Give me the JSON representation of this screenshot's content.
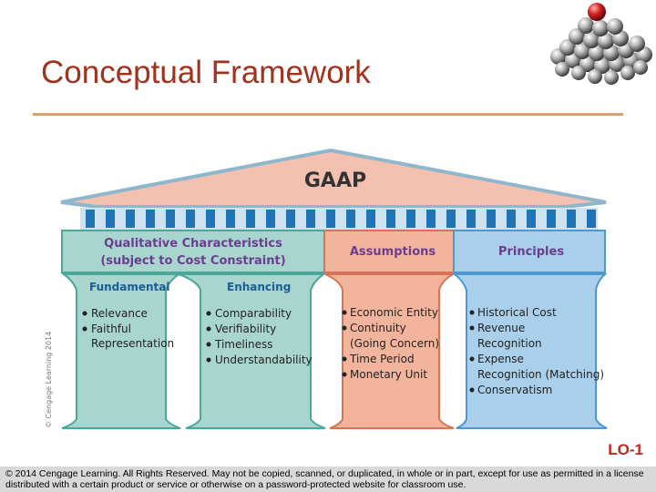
{
  "slide": {
    "title": "Conceptual Framework",
    "lo_label": "LO-1",
    "footer": "© 2014 Cengage Learning. All Rights Reserved. May not be copied, scanned, or duplicated, in whole or in part, except for use as permitted in a license distributed with a certain product or service or otherwise on a password-protected website for classroom use."
  },
  "diagram": {
    "roof_label": "GAAP",
    "copyright_vertical": "© Cengage Learning 2014",
    "qualitative": {
      "line1": "Qualitative Characteristics",
      "line2": "(subject to Cost Constraint)"
    },
    "assumptions_label": "Assumptions",
    "principles_label": "Principles",
    "fundamental": {
      "heading": "Fundamental",
      "items": [
        "Relevance",
        "Faithful",
        "Representation"
      ]
    },
    "enhancing": {
      "heading": "Enhancing",
      "items": [
        "Comparability",
        "Verifiability",
        "Timeliness",
        "Understandability"
      ]
    },
    "assumptions_items": [
      "Economic Entity",
      "Continuity",
      "(Going Concern)",
      "Time Period",
      "Monetary Unit"
    ],
    "principles_items": [
      "Historical Cost",
      "Revenue",
      "Recognition",
      "Expense",
      "Recognition (Matching)",
      "Conservatism"
    ]
  },
  "colors": {
    "title": "#a0331e",
    "rule": "#d8a06a",
    "teal_fill": "#a9d5cf",
    "teal_stroke": "#4aa79a",
    "salmon_fill": "#f3b49e",
    "salmon_stroke": "#d67556",
    "blue_fill": "#a9cfea",
    "blue_stroke": "#4e97cf",
    "roof_fill": "#f4c0b0",
    "frieze_blue": "#1f74b6",
    "text_dark": "#222222",
    "heading_blue": "#1a5e95",
    "heading_purple": "#6b3d8f"
  }
}
